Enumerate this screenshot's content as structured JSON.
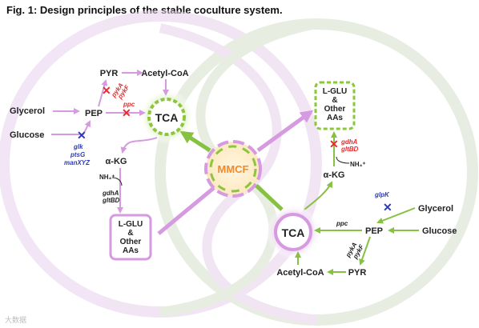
{
  "title": "Fig. 1: Design principles of the stable coculture system.",
  "center": "MMCF",
  "left": {
    "pyr": "PYR",
    "acetyl": "Acetyl-CoA",
    "glycerol": "Glycerol",
    "pep": "PEP",
    "glucose": "Glucose",
    "tca": "TCA",
    "akg": "α-KG",
    "nh4": "NH₄⁺",
    "gene_gdh1": "gdhA",
    "gene_gdh2": "gltBD",
    "box": [
      "L-GLU",
      "&",
      "Other",
      "AAs"
    ],
    "gene_pyk1": "pykA",
    "gene_pyk2": "pykF",
    "gene_ppc": "ppc",
    "gene_glk": "glk",
    "gene_pts": "ptsG",
    "gene_man": "manXYZ"
  },
  "right": {
    "box": [
      "L-GLU",
      "&",
      "Other",
      "AAs"
    ],
    "gene_gdh1": "gdhA",
    "gene_gdh2": "gltBD",
    "nh4": "NH₄⁺",
    "akg": "α-KG",
    "gene_glp": "glpK",
    "glycerol": "Glycerol",
    "tca": "TCA",
    "gene_ppc": "ppc",
    "pep": "PEP",
    "glucose": "Glucose",
    "gene_pyk1": "pykA",
    "gene_pyk2": "pykF",
    "acetyl": "Acetyl-CoA",
    "pyr": "PYR"
  },
  "colors": {
    "pink": "#d9a3e3",
    "green": "#8cc63f",
    "red": "#e8292b",
    "blue": "#2b3bb5",
    "orange": "#f08a2c"
  },
  "watermark": "大数据"
}
